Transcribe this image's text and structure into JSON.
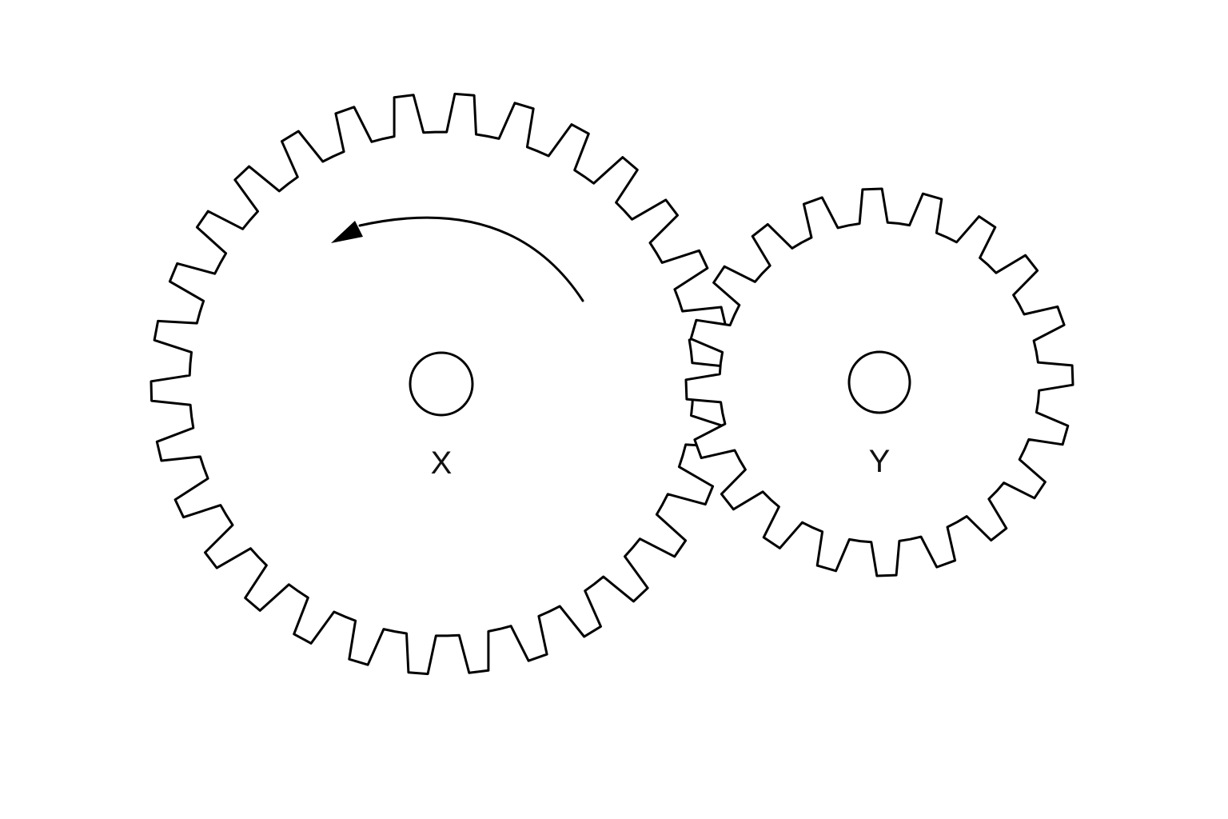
{
  "diagram": {
    "gears": [
      {
        "label": "X",
        "teeth": 30,
        "role": "driver"
      },
      {
        "label": "Y",
        "teeth": 20,
        "role": "driven"
      }
    ],
    "driver_rotation": "counterclockwise",
    "colors": {
      "stroke": "#000000",
      "background": "#ffffff",
      "label": "#111111"
    }
  }
}
